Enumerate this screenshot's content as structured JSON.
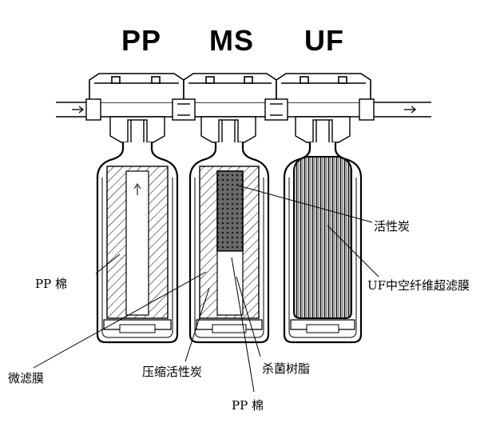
{
  "titles": {
    "first": "PP",
    "second": "MS",
    "third": "UF"
  },
  "labels": {
    "pp_cotton_left": "PP 棉",
    "micro_membrane": "微滤膜",
    "compressed_carbon": "压缩活性炭",
    "pp_cotton_bottom": "PP 棉",
    "antibacterial_resin": "杀菌树脂",
    "activated_carbon": "活性炭",
    "uf_fiber_membrane": "UF中空纤维超滤膜"
  }
}
